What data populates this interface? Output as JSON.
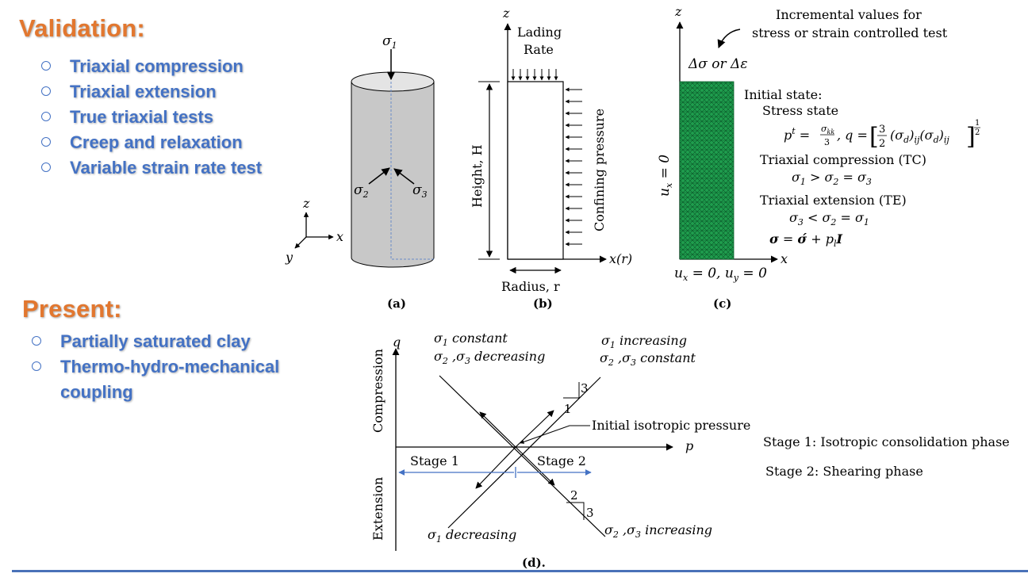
{
  "validation": {
    "heading": "Validation:",
    "items": [
      "Triaxial compression",
      "Triaxial extension",
      "True triaxial tests",
      "Creep and relaxation",
      "Variable strain rate test"
    ]
  },
  "present": {
    "heading": "Present:",
    "items": [
      "Partially saturated clay",
      "Thermo-hydro-mechanical coupling"
    ]
  },
  "panel_a": {
    "caption": "(a)",
    "sigma1": "σ",
    "sigma2": "σ",
    "sigma3": "σ",
    "axis_z": "z",
    "axis_x": "x",
    "axis_y": "y"
  },
  "panel_b": {
    "caption": "(b)",
    "axis_z": "z",
    "loading_line1": "Lading",
    "loading_line2": "Rate",
    "height_label": "Height, H",
    "confining_label": "Confining pressure",
    "radius_label": "Radius, r",
    "axis_xr": "x(r)"
  },
  "panel_c": {
    "caption": "(c)",
    "axis_z": "z",
    "axis_x": "x",
    "incremental_line1": "Incremental values for",
    "incremental_line2": "stress or strain controlled test",
    "increment_label": "Δσ or Δε",
    "ux_zero": "u",
    "bottom_bc": "u",
    "initial_state": "Initial state:",
    "stress_state": "Stress state",
    "tc_label": "Triaxial compression (TC)",
    "te_label": "Triaxial extension (TE)",
    "mesh_color": "#1f9e4e"
  },
  "panel_d": {
    "caption": "(d).",
    "axis_q": "q",
    "axis_p": "p",
    "compression": "Compression",
    "extension": "Extension",
    "stage1": "Stage 1",
    "stage2": "Stage 2",
    "initial_isotropic": "Initial isotropic pressure",
    "tl_line1": "constant",
    "tl_line2": "decreasing",
    "tr_line1": "increasing",
    "tr_line2": "constant",
    "bl_line": "decreasing",
    "br_line": "increasing",
    "slope1_rise": "3",
    "slope1_run": "1",
    "slope2_run": "2",
    "slope2_rise": "3",
    "stage1_desc": "Stage 1: Isotropic consolidation phase",
    "stage2_desc": "Stage 2: Shearing phase",
    "stage_arrow_color": "#4472c4"
  },
  "colors": {
    "heading": "#e2772f",
    "bullet": "#4472c4",
    "rule": "#4a72b8"
  }
}
